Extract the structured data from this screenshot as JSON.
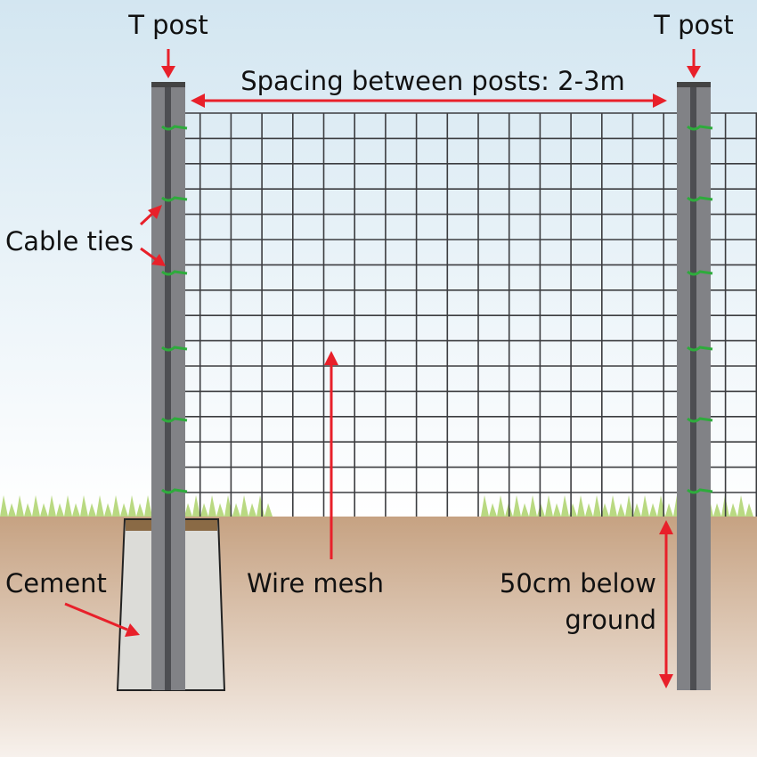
{
  "labels": {
    "t_post_left": "T post",
    "t_post_right": "T post",
    "spacing": "Spacing between posts: 2-3m",
    "cable_ties": "Cable ties",
    "cement": "Cement",
    "wire_mesh": "Wire mesh",
    "below_ground_line1": "50cm below",
    "below_ground_line2": "ground"
  },
  "colors": {
    "arrow": "#e8202a",
    "post": "#7d7e82",
    "post_dark": "#4a4b4f",
    "cable_tie": "#2eab3c",
    "soil": "#c8a585",
    "cement": "#dcdcd8",
    "sky": "#d6e8f2",
    "grass": "#b7d87a"
  }
}
